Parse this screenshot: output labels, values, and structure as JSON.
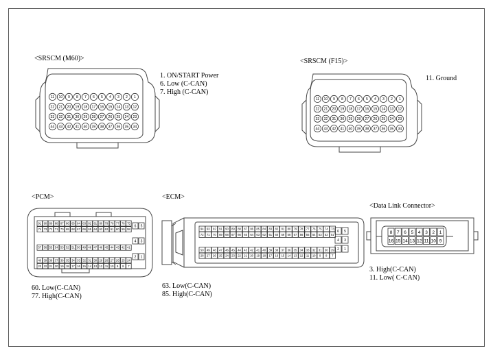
{
  "srscm_m60": {
    "title": "<SRSCM  (M60)>",
    "notes": [
      "1. ON/START Power",
      "6. Low (C-CAN)",
      "7. High (C-CAN)"
    ],
    "rows": [
      [
        "11",
        "10",
        "9",
        "8",
        "7",
        "6",
        "5",
        "4",
        "3",
        "2",
        "1"
      ],
      [
        "22",
        "21",
        "20",
        "19",
        "18",
        "17",
        "16",
        "15",
        "14",
        "13",
        "12"
      ],
      [
        "33",
        "32",
        "31",
        "30",
        "29",
        "28",
        "27",
        "26",
        "25",
        "24",
        "23"
      ],
      [
        "44",
        "43",
        "42",
        "41",
        "40",
        "39",
        "38",
        "37",
        "36",
        "35",
        "34"
      ]
    ]
  },
  "srscm_f15": {
    "title": "<SRSCM  (F15)>",
    "notes": [
      "11.  Ground"
    ],
    "rows": [
      [
        "11",
        "10",
        "9",
        "8",
        "7",
        "6",
        "5",
        "4",
        "3",
        "2",
        "1"
      ],
      [
        "22",
        "21",
        "20",
        "19",
        "18",
        "17",
        "16",
        "15",
        "14",
        "13",
        "12"
      ],
      [
        "33",
        "32",
        "31",
        "30",
        "29",
        "28",
        "27",
        "26",
        "25",
        "24",
        "23"
      ],
      [
        "44",
        "43",
        "42",
        "41",
        "40",
        "39",
        "38",
        "37",
        "36",
        "35",
        "34"
      ]
    ]
  },
  "pcm": {
    "title": "<PCM>",
    "notes": [
      "60.  Low(C-CAN)",
      "77.  High(C-CAN)"
    ],
    "rows": [
      [
        "91",
        "90",
        "89",
        "88",
        "87",
        "86",
        "85",
        "84",
        "83",
        "82",
        "81",
        "80",
        "79",
        "78",
        "77",
        "76",
        "75"
      ],
      [
        "74",
        "73",
        "72",
        "71",
        "70",
        "69",
        "68",
        "67",
        "66",
        "65",
        "64",
        "63",
        "62",
        "61",
        "60",
        "59",
        "58"
      ],
      [
        "57",
        "56",
        "55",
        "54",
        "53",
        "52",
        "51",
        "50",
        "49",
        "48",
        "47",
        "46",
        "45",
        "44",
        "43",
        "42",
        "41"
      ],
      [
        "40",
        "39",
        "38",
        "37",
        "36",
        "35",
        "34",
        "33",
        "32",
        "31",
        "30",
        "29",
        "28",
        "27",
        "26",
        "25",
        "24"
      ],
      [
        "23",
        "22",
        "21",
        "20",
        "19",
        "18",
        "17",
        "16",
        "15",
        "14",
        "13",
        "12",
        "11",
        "10",
        "9",
        "8",
        "7"
      ]
    ],
    "side": [
      [
        "6",
        "5"
      ],
      [
        "4",
        "3"
      ],
      [
        "2",
        "1"
      ]
    ]
  },
  "ecm": {
    "title": "<ECM>",
    "notes": [
      "63.  Low(C-CAN)",
      "85.  High(C-CAN)"
    ],
    "rows": [
      [
        "94",
        "93",
        "92",
        "91",
        "90",
        "89",
        "88",
        "87",
        "86",
        "85",
        "84",
        "83",
        "82",
        "81",
        "80",
        "79",
        "78",
        "77",
        "76",
        "75",
        "74",
        "73"
      ],
      [
        "72",
        "71",
        "70",
        "69",
        "68",
        "67",
        "66",
        "65",
        "64",
        "63",
        "62",
        "61",
        "60",
        "59",
        "58",
        "57",
        "56",
        "55",
        "54",
        "53",
        "52",
        "51"
      ],
      [
        "50",
        "49",
        "48",
        "47",
        "46",
        "45",
        "44",
        "43",
        "42",
        "41",
        "40",
        "39",
        "38",
        "37",
        "36",
        "35",
        "34",
        "33",
        "32",
        "31",
        "30",
        "29"
      ],
      [
        "28",
        "27",
        "26",
        "25",
        "24",
        "23",
        "22",
        "21",
        "20",
        "19",
        "18",
        "17",
        "16",
        "15",
        "14",
        "13",
        "12",
        "11",
        "10",
        "9",
        "8",
        "7"
      ]
    ],
    "side": [
      [
        "6",
        "5"
      ],
      [
        "4",
        "3"
      ],
      [
        "2",
        "1"
      ]
    ]
  },
  "dlc": {
    "title": "<Data Link Connector>",
    "notes": [
      "3.  High(C-CAN)",
      "11.  Low( C-CAN)"
    ],
    "rows": [
      [
        "8",
        "7",
        "6",
        "5",
        "4",
        "3",
        "2",
        "1"
      ],
      [
        "16",
        "15",
        "14",
        "13",
        "12",
        "11",
        "10",
        "9"
      ]
    ]
  }
}
